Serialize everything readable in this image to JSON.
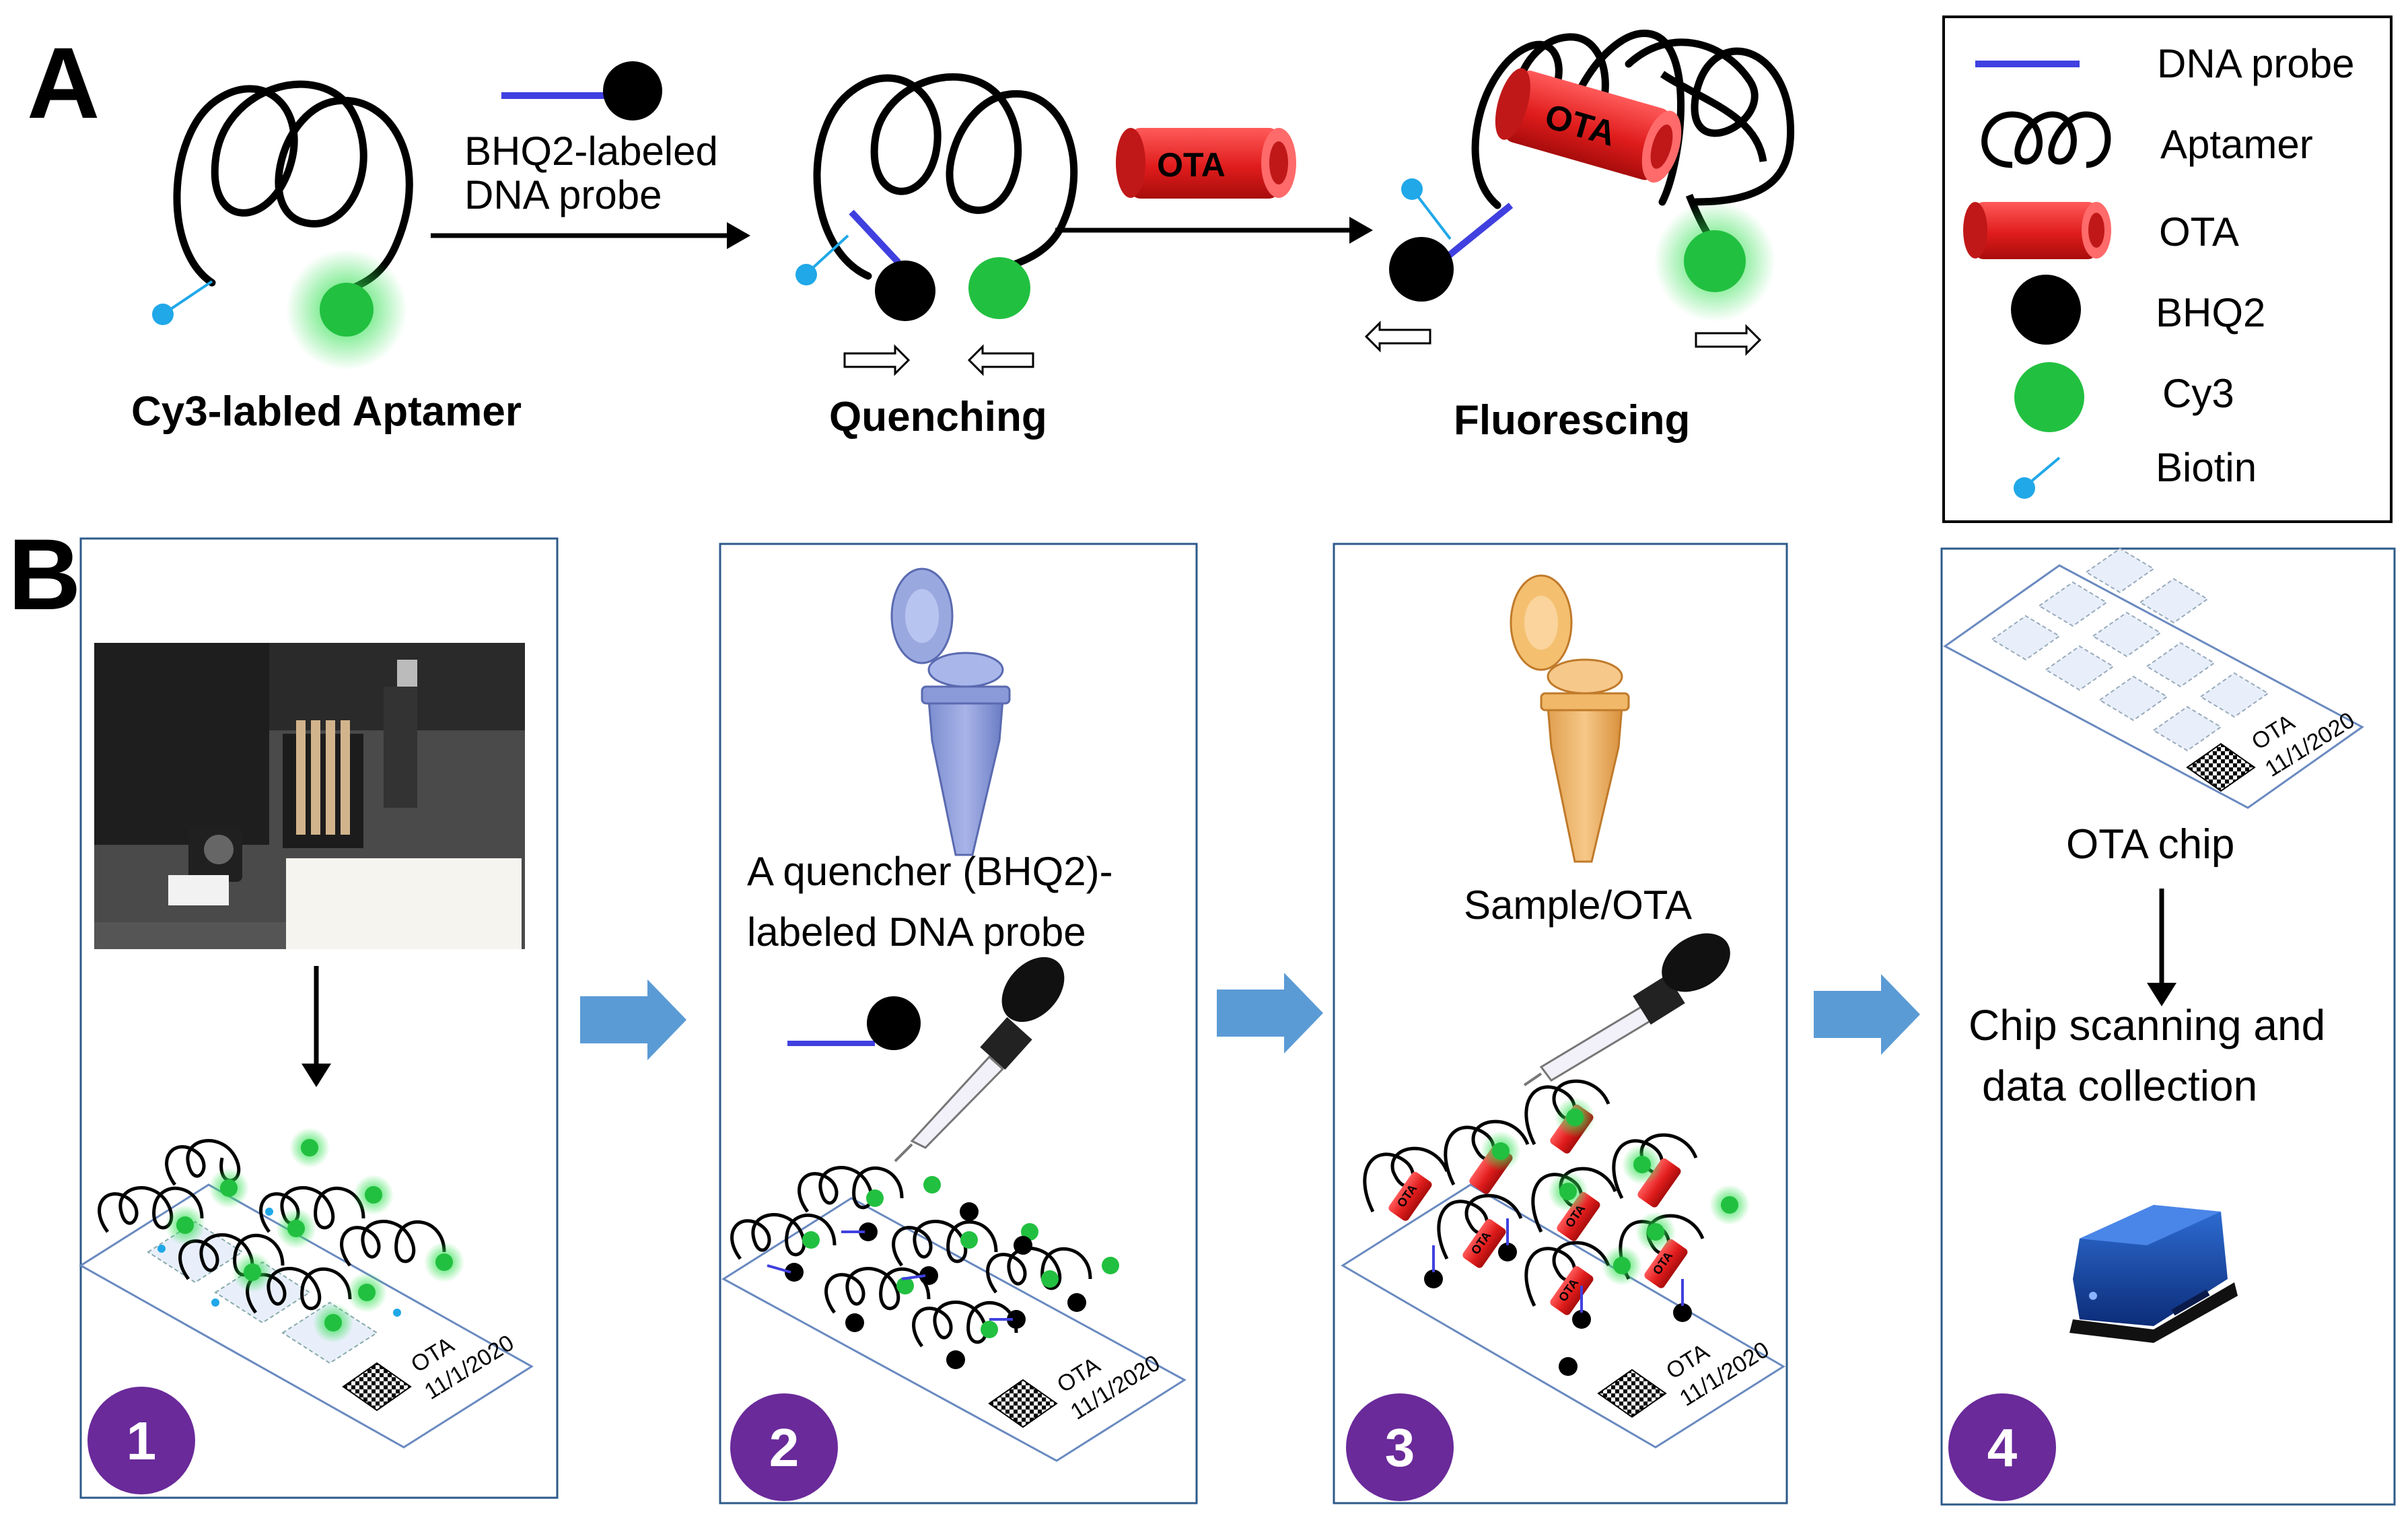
{
  "panel_a": {
    "letter": "A",
    "probe_label_line1": "BHQ2-labeled",
    "probe_label_line2": "DNA probe",
    "ota_arrow_label": "OTA",
    "bound_ota_label": "OTA",
    "stage1_label": "Cy3-labled Aptamer",
    "stage2_label": "Quenching",
    "stage3_label": "Fluorescing"
  },
  "legend": {
    "items": [
      {
        "icon": "dna-probe-line",
        "label": "DNA probe"
      },
      {
        "icon": "aptamer-coil",
        "label": "Aptamer"
      },
      {
        "icon": "ota-cylinder",
        "label": "OTA"
      },
      {
        "icon": "bhq2-black-dot",
        "label": "BHQ2"
      },
      {
        "icon": "cy3-green-dot",
        "label": "Cy3"
      },
      {
        "icon": "biotin-blue-dot",
        "label": "Biotin"
      }
    ]
  },
  "panel_b": {
    "letter": "B",
    "steps": [
      {
        "number": "1",
        "chip_label": "OTA",
        "chip_date": "11/1/2020"
      },
      {
        "number": "2",
        "text_line1": "A quencher (BHQ2)-",
        "text_line2": "labeled DNA probe",
        "chip_label": "OTA",
        "chip_date": "11/1/2020"
      },
      {
        "number": "3",
        "text_line1": "Sample/OTA",
        "chip_label": "OTA",
        "chip_date": "11/1/2020",
        "ota_tags": "OTA"
      },
      {
        "number": "4",
        "chip_text": "OTA chip",
        "text_line1": "Chip scanning and",
        "text_line2": "data collection",
        "chip_label": "OTA",
        "chip_date": "11/1/2020"
      }
    ]
  },
  "colors": {
    "probe_blue": "#4040e0",
    "ota_red": "#e02020",
    "cy3_green": "#22c040",
    "biotin_blue": "#20a8e8",
    "step_purple": "#6a2a9a",
    "flow_arrow_blue": "#5b9bd5",
    "box_border": "#2e5a8a"
  }
}
